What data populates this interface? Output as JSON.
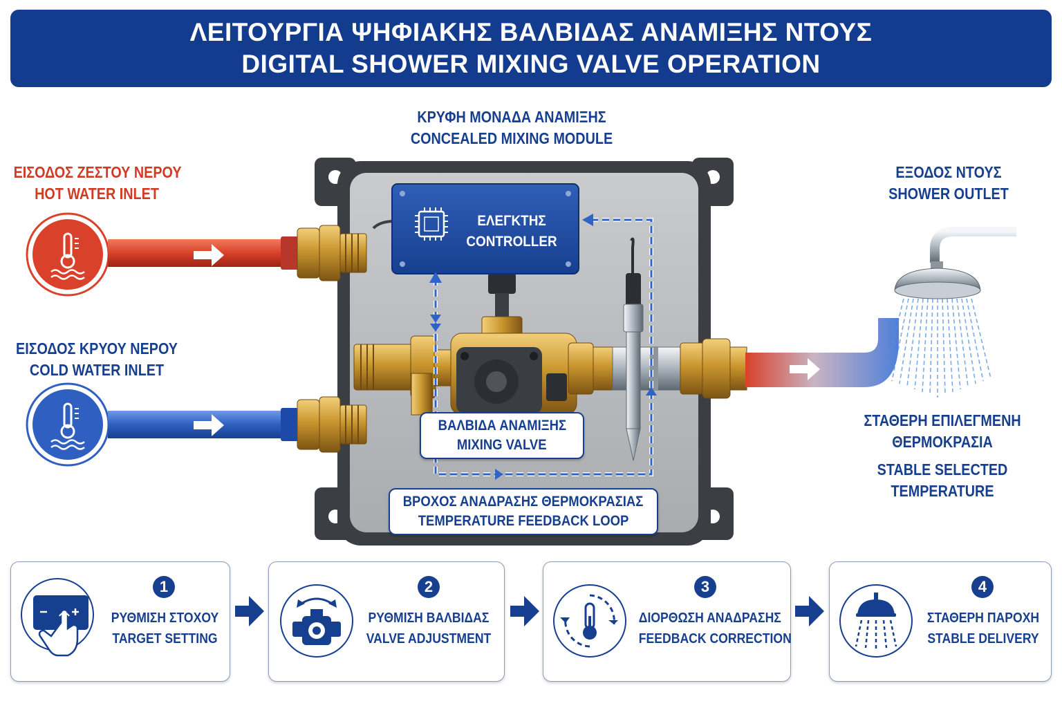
{
  "title": {
    "line1": "ΛΕΙΤΟΥΡΓΙΑ ΨΗΦΙΑΚΗΣ ΒΑΛΒΙΔΑΣ ΑΝΑΜΙΞΗΣ ΝΤΟΥΣ",
    "line2": "DIGITAL SHOWER MIXING VALVE OPERATION"
  },
  "module": {
    "label_gr": "ΚΡΥΦΗ ΜΟΝΑΔΑ ΑΝΑΜΙΞΗΣ",
    "label_en": "CONCEALED MIXING MODULE"
  },
  "hot_inlet": {
    "label_gr": "ΕΙΣΟΔΟΣ ΖΕΣΤΟΥ ΝΕΡΟΥ",
    "label_en": "HOT WATER INLET",
    "color": "#d9412a"
  },
  "cold_inlet": {
    "label_gr": "ΕΙΣΟΔΟΣ ΚΡΥΟΥ ΝΕΡΟΥ",
    "label_en": "COLD WATER INLET",
    "color": "#2f5fc0"
  },
  "controller": {
    "label_gr": "ΕΛΕΓΚΤΗΣ",
    "label_en": "CONTROLLER"
  },
  "mixing_valve": {
    "label_gr": "ΒΑΛΒΙΔΑ ΑΝΑΜΙΞΗΣ",
    "label_en": "MIXING VALVE"
  },
  "feedback_loop": {
    "label_gr": "ΒΡΟΧΟΣ ΑΝΑΔΡΑΣΗΣ ΘΕΡΜΟΚΡΑΣΙΑΣ",
    "label_en": "TEMPERATURE FEEDBACK LOOP"
  },
  "shower_outlet": {
    "label_gr": "ΕΞΟΔΟΣ ΝΤΟΥΣ",
    "label_en": "SHOWER OUTLET"
  },
  "stable_temp": {
    "label_gr_1": "ΣΤΑΘΕΡΗ ΕΠΙΛΕΓΜΕΝΗ",
    "label_gr_2": "ΘΕΡΜΟΚΡΑΣΙΑ",
    "label_en_1": "STABLE SELECTED",
    "label_en_2": "TEMPERATURE"
  },
  "steps": [
    {
      "num": "1",
      "label_gr": "ΡΥΘΜΙΣΗ ΣΤΟΧΟΥ",
      "label_en": "TARGET SETTING",
      "icon": "touch-panel-icon"
    },
    {
      "num": "2",
      "label_gr": "ΡΥΘΜΙΣΗ ΒΑΛΒΙΔΑΣ",
      "label_en": "VALVE ADJUSTMENT",
      "icon": "valve-adjust-icon"
    },
    {
      "num": "3",
      "label_gr": "ΔΙΟΡΘΩΣΗ ΑΝΑΔΡΑΣΗΣ",
      "label_en": "FEEDBACK CORRECTION",
      "icon": "thermometer-cycle-icon"
    },
    {
      "num": "4",
      "label_gr": "ΣΤΑΘΕΡΗ ΠΑΡΟΧΗ",
      "label_en": "STABLE DELIVERY",
      "icon": "shower-head-icon"
    }
  ],
  "colors": {
    "navy": "#133c8e",
    "brass": "#c9962e",
    "hot": "#d9412a",
    "cold": "#2f5fc0"
  }
}
